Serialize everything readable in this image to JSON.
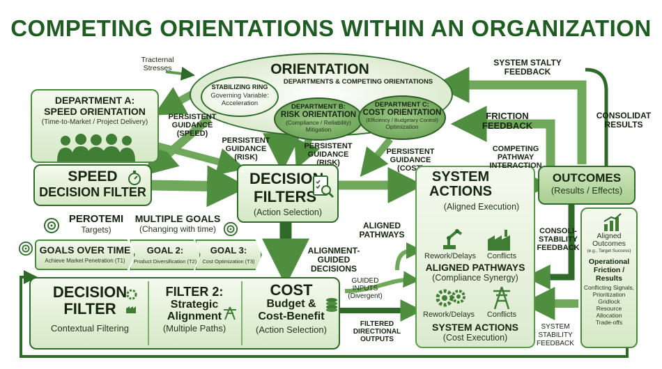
{
  "title": "COMPETING ORIENTATIONS WITHIN AN ORGANIZATION",
  "tracternal": "Tracternal\nStresses",
  "orientation": {
    "title": "ORIENTATION",
    "subtitle": "DEPARTMENTS & COMPETING ORIENTATIONS"
  },
  "stabilizing": {
    "title": "STABILIZING RING",
    "line1": "Governing Variable:",
    "line2": "Acceleration"
  },
  "dept_b": {
    "title": "DEPARTMENT B:",
    "title2": "RISK ORIENTATION",
    "sub": "(Compliance / Reliability)",
    "sub2": "Mitigation"
  },
  "dept_c": {
    "title": "DEPARTMENT C:",
    "title2": "COST ORIENTATION",
    "sub": "(Efficiency / Budgetary Control)",
    "sub2": "Optimization"
  },
  "dept_a": {
    "title": "DEPARTMENT A:",
    "title2": "SPEED ORIENTATION",
    "sub": "(Time-to-Market / Project Delivery)"
  },
  "pg_speed": "PERSISTENT\nGUIDANCE\n(SPEED)",
  "pg_risk1": "PERSISTENT\nGUIDANCE\n(RISK)",
  "pg_risk2": "PERSISTENT\nGUIDANCE\n(RISK)",
  "pg_cost": "PERSISTENT\nGUIDANCE\n(COST)",
  "speed_filter": {
    "line1": "SPEED",
    "line2": "DECISION FILTER"
  },
  "decision_filters": {
    "line1": "DECISION",
    "line2": "FILTERS",
    "sub": "(Action Selection)"
  },
  "system_actions": {
    "line1": "SYSTEM",
    "line2": "ACTIONS",
    "sub": "(Aligned Execution)"
  },
  "competing": "COMPETING\nPATHWAY\nINTERACTION",
  "friction": "FRICTION\nFEEDBACK",
  "stalty": "SYSTEM STALTY\nFEEDBACK",
  "consolidat": "CONSOLIDAT\nRESULTS",
  "outcomes": {
    "title": "OUTCOMES",
    "sub": "(Results / Effects)"
  },
  "perotemi": {
    "title": "PEROTEMI",
    "sub": "Targets)"
  },
  "multiple_goals": {
    "title": "MULTIPLE GOALS",
    "sub": "(Changing with time)"
  },
  "goals_time": {
    "title": "GOALS OVER TIME",
    "sub": "Achieve Market Penetration (T1)"
  },
  "goal2": {
    "title": "GOAL 2:",
    "sub": "Product Diversification (T2)"
  },
  "goal3": {
    "title": "GOAL 3:",
    "sub": "Cost Optimization (T3)"
  },
  "alignment_guided": "ALIGNMENT-GUIDED\nDECISIONS",
  "aligned_pathways_lbl": "ALIGNED\nPATHWAYS",
  "guided_inputs": "GUIDED\nINPUTS\n(Divergent)",
  "filtered_outputs": "FILTERED\nDIRECTIONAL\nOUTPUTS",
  "rework1": "Rework/Delays",
  "conflicts1": "Conflicts",
  "aligned_pathways": {
    "title": "ALIGNED PATHWAYS",
    "sub": "(Compliance Synergy)"
  },
  "rework2": "Rework/Delays",
  "conflicts2": "Conflicts",
  "system_actions2": {
    "title": "SYSTEM ACTIONS",
    "sub": "(Cost Execution)"
  },
  "consoli_stab": "CONSOLI-\nSTABILITY\nFEEDBACK",
  "system_stability": "SYSTEM\nSTABILITY\nFEEDBACK",
  "right_panel": {
    "aligned": "Aligned\nOutcomes",
    "aligned_sub": "(e.g., Target Success)",
    "op_title": "Operational\nFriction /\nResults",
    "items": "Conflicting Signals,\nPrioritization\nGridlock\nResource\nAllocation\nTrade-offs"
  },
  "bottom": {
    "df": {
      "line1": "DECISION",
      "line2": "FILTER",
      "sub": "Contextual Filtering"
    },
    "f2": {
      "line1": "FILTER 2:",
      "line2": "Strategic",
      "line3": "Alignment",
      "sub": "(Multiple Paths)"
    },
    "cost": {
      "line1": "COST",
      "line2": "Budget &",
      "line3": "Cost-Benefit",
      "sub": "(Action Selection)"
    }
  },
  "colors": {
    "dark_green": "#2e6b2a",
    "mid_green": "#5f9a4a",
    "light_green": "#d6e9c6",
    "title_green": "#1e5c22"
  }
}
